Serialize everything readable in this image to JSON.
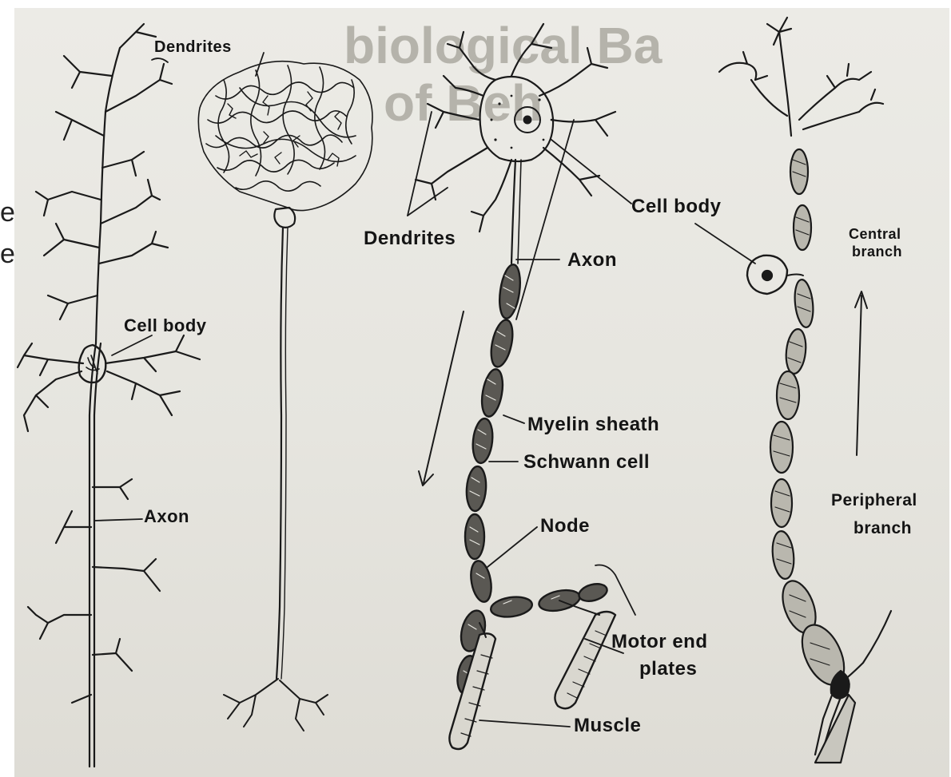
{
  "edge_text": [
    "e",
    "e"
  ],
  "labels": {
    "dendrites_top": "Dendrites",
    "cell_body_left": "Cell body",
    "axon_left": "Axon",
    "dendrites_mid": "Dendrites",
    "cell_body_mid": "Cell body",
    "axon_mid": "Axon",
    "myelin_sheath": "Myelin sheath",
    "schwann_cell": "Schwann cell",
    "node": "Node",
    "motor_end": "Motor end",
    "plates": "plates",
    "muscle": "Muscle",
    "central_branch_1": "Central",
    "central_branch_2": "branch",
    "peripheral_branch_1": "Peripheral",
    "peripheral_branch_2": "branch"
  },
  "bleed_through": {
    "line1": "biological Ba",
    "line2": "of Beh"
  },
  "colors": {
    "paper": "#e8e7e1",
    "ink": "#1a1a1a"
  }
}
